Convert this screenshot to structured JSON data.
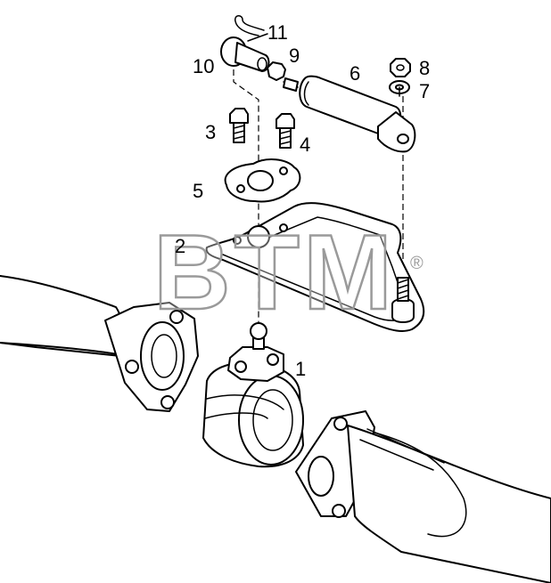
{
  "callouts": [
    {
      "id": "1",
      "label": "1"
    },
    {
      "id": "2",
      "label": "2"
    },
    {
      "id": "3",
      "label": "3"
    },
    {
      "id": "4",
      "label": "4"
    },
    {
      "id": "5",
      "label": "5"
    },
    {
      "id": "6",
      "label": "6"
    },
    {
      "id": "7",
      "label": "7"
    },
    {
      "id": "8",
      "label": "8"
    },
    {
      "id": "9",
      "label": "9"
    },
    {
      "id": "10",
      "label": "10"
    },
    {
      "id": "11",
      "label": "11"
    }
  ],
  "watermark": {
    "text": "BTM",
    "registered": "®"
  }
}
